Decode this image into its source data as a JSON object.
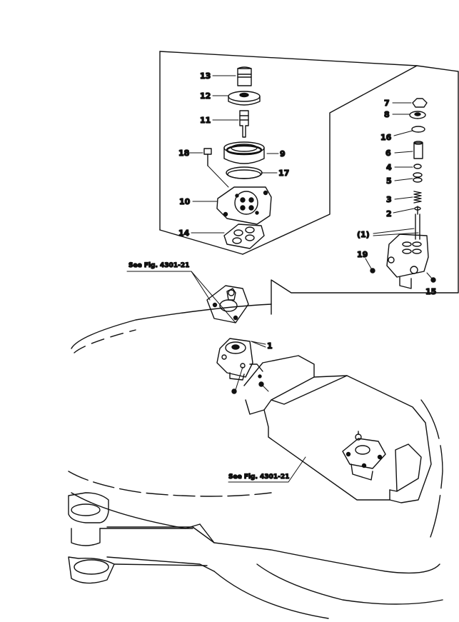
{
  "callouts": {
    "c13": "13",
    "c12": "12",
    "c11": "11",
    "c18": "18",
    "c9": "9",
    "c17": "17",
    "c10": "10",
    "c14": "14",
    "c7": "7",
    "c8": "8",
    "c16": "16",
    "c6": "6",
    "c4": "4",
    "c5": "5",
    "c3": "3",
    "c2": "2",
    "c1_group": "(1)",
    "c19": "19",
    "c15": "15",
    "c1": "1"
  },
  "references": {
    "see_fig_upper": "See Fig. 4301-21",
    "see_fig_lower": "See Fig. 4301-21"
  },
  "colors": {
    "ink": "#111111",
    "paper": "#ffffff"
  }
}
